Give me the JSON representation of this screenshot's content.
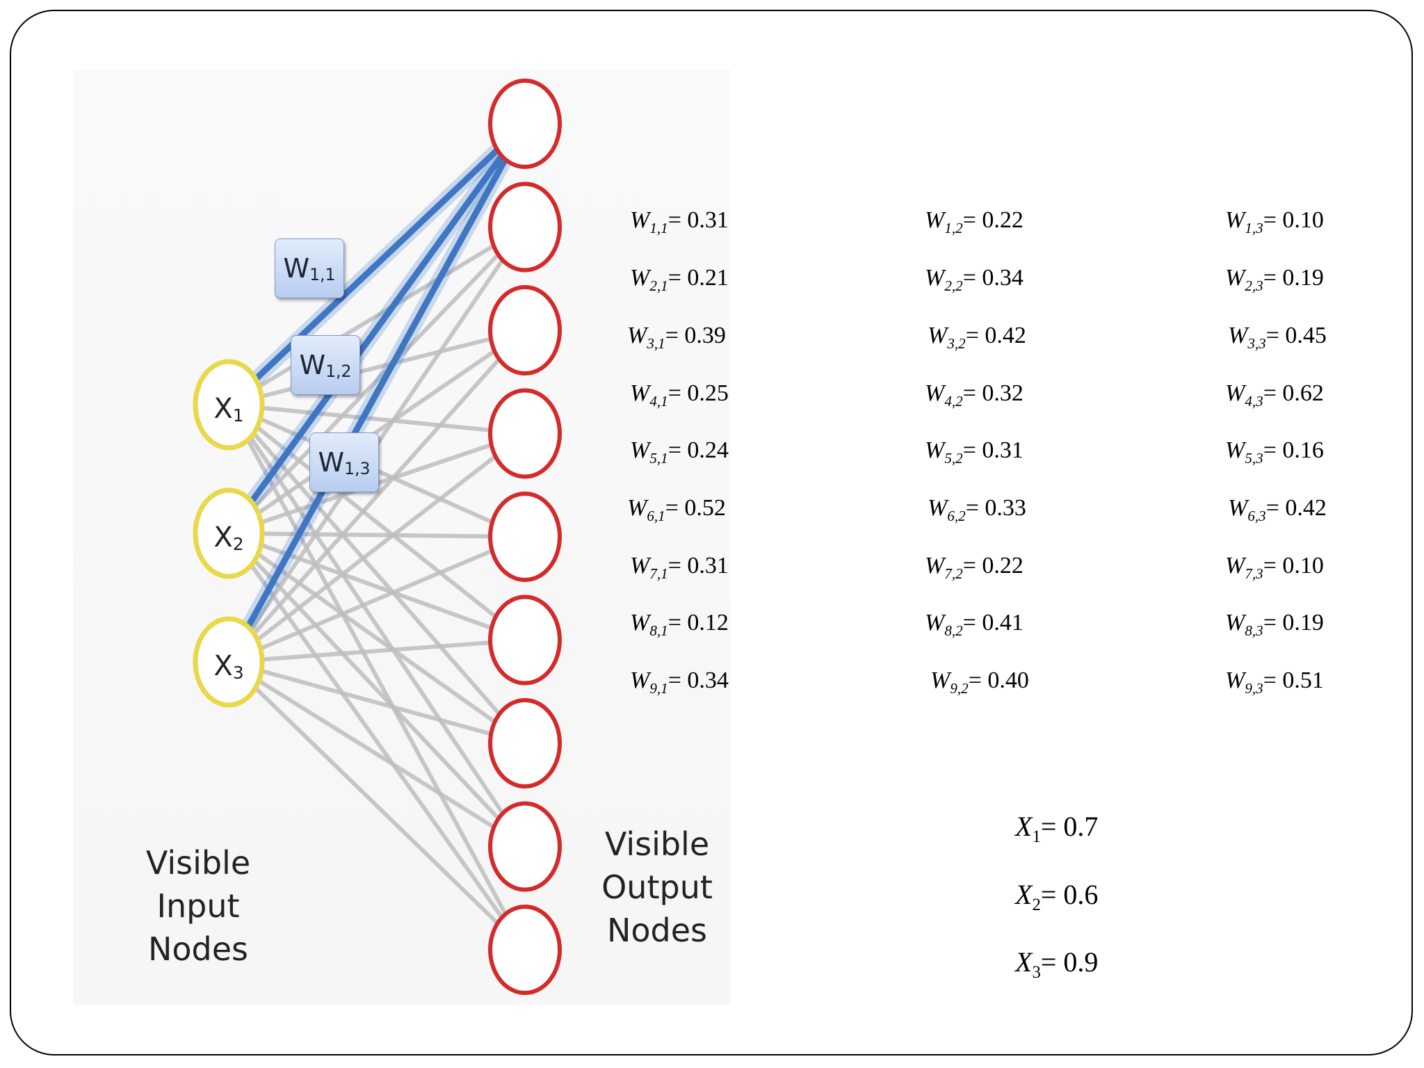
{
  "diagram": {
    "input_nodes": [
      {
        "label": "X",
        "sub": "1"
      },
      {
        "label": "X",
        "sub": "2"
      },
      {
        "label": "X",
        "sub": "3"
      }
    ],
    "output_node_count": 9,
    "weight_labels": [
      {
        "label": "W",
        "sub": "1,1"
      },
      {
        "label": "W",
        "sub": "1,2"
      },
      {
        "label": "W",
        "sub": "1,3"
      }
    ],
    "input_caption": "Visible\nInput\nNodes",
    "output_caption": "Visible\nOutput\nNodes",
    "colors": {
      "input_node_stroke": "#e8d84a",
      "output_node_stroke": "#d42a2a",
      "highlight_edge": "#3f76c4",
      "edge": "#bdbdbd"
    }
  },
  "weights": [
    [
      {
        "var": "W",
        "sub": "1,1",
        "value": "= 0.31"
      },
      {
        "var": "W",
        "sub": "1,2",
        "value": "= 0.22"
      },
      {
        "var": "W",
        "sub": "1,3",
        "value": "= 0.10"
      }
    ],
    [
      {
        "var": "W",
        "sub": "2,1",
        "value": "= 0.21"
      },
      {
        "var": "W",
        "sub": "2,2",
        "value": "= 0.34"
      },
      {
        "var": "W",
        "sub": "2,3",
        "value": "= 0.19"
      }
    ],
    [
      {
        "var": "W",
        "sub": "3,1",
        "value": "= 0.39"
      },
      {
        "var": "W",
        "sub": "3,2",
        "value": "= 0.42"
      },
      {
        "var": "W",
        "sub": "3,3",
        "value": "= 0.45"
      }
    ],
    [
      {
        "var": "W",
        "sub": "4,1",
        "value": "= 0.25"
      },
      {
        "var": "W",
        "sub": "4,2",
        "value": "= 0.32"
      },
      {
        "var": "W",
        "sub": "4,3",
        "value": "= 0.62"
      }
    ],
    [
      {
        "var": "W",
        "sub": "5,1",
        "value": "= 0.24"
      },
      {
        "var": "W",
        "sub": "5,2",
        "value": "= 0.31"
      },
      {
        "var": "W",
        "sub": "5,3",
        "value": "= 0.16"
      }
    ],
    [
      {
        "var": "W",
        "sub": "6,1",
        "value": "= 0.52"
      },
      {
        "var": "W",
        "sub": "6,2",
        "value": "= 0.33"
      },
      {
        "var": "W",
        "sub": "6,3",
        "value": "= 0.42"
      }
    ],
    [
      {
        "var": "W",
        "sub": "7,1",
        "value": "= 0.31"
      },
      {
        "var": "W",
        "sub": "7,2",
        "value": "= 0.22"
      },
      {
        "var": "W",
        "sub": "7,3",
        "value": "= 0.10"
      }
    ],
    [
      {
        "var": "W",
        "sub": "8,1",
        "value": "= 0.12"
      },
      {
        "var": "W",
        "sub": "8,2",
        "value": "= 0.41"
      },
      {
        "var": "W",
        "sub": "8,3",
        "value": "= 0.19"
      }
    ],
    [
      {
        "var": "W",
        "sub": "9,1",
        "value": "= 0.34"
      },
      {
        "var": "W",
        "sub": "9,2",
        "value": "= 0.40"
      },
      {
        "var": "W",
        "sub": "9,3",
        "value": "= 0.51"
      }
    ]
  ],
  "inputs": [
    {
      "var": "X",
      "sub": "1",
      "value": "= 0.7"
    },
    {
      "var": "X",
      "sub": "2",
      "value": "= 0.6"
    },
    {
      "var": "X",
      "sub": "3",
      "value": "= 0.9"
    }
  ]
}
